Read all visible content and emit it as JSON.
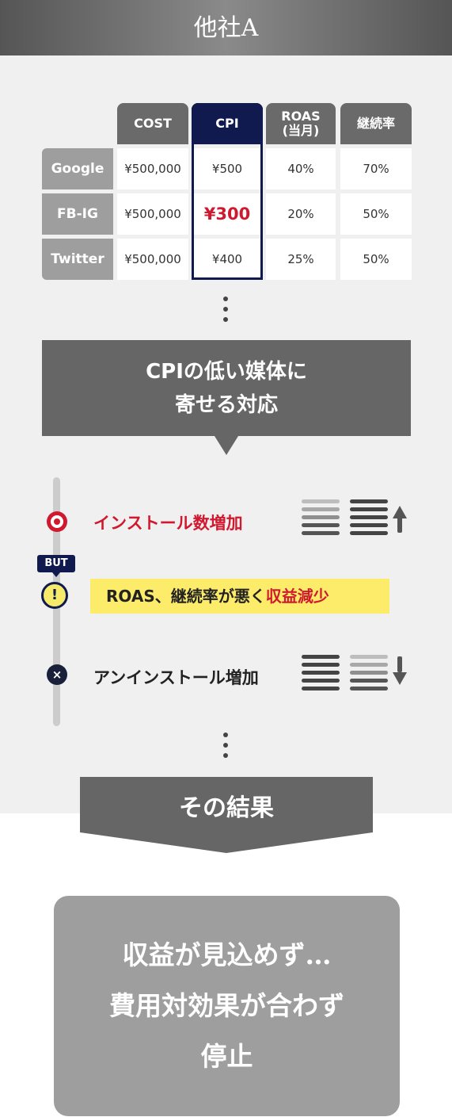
{
  "header": {
    "title": "他社A"
  },
  "table": {
    "columns": [
      "COST",
      "CPI",
      "ROAS\n(当月)",
      "継続率"
    ],
    "columns_lines": [
      [
        "COST"
      ],
      [
        "CPI"
      ],
      [
        "ROAS",
        "(当月)"
      ],
      [
        "継続率"
      ]
    ],
    "rows": [
      {
        "name": "Google",
        "cells": [
          "¥500,000",
          "¥500",
          "40%",
          "70%"
        ]
      },
      {
        "name": "FB-IG",
        "cells": [
          "¥500,000",
          "¥300",
          "20%",
          "50%"
        ]
      },
      {
        "name": "Twitter",
        "cells": [
          "¥500,000",
          "¥400",
          "25%",
          "50%"
        ]
      }
    ]
  },
  "callout": {
    "line1": "CPIの低い媒体に",
    "line2": "寄せる対応"
  },
  "timeline": {
    "item1": {
      "label": "インストール数増加",
      "trend": "up"
    },
    "badge": "BUT",
    "warn_symbol": "!",
    "item2": {
      "label_main": "ROAS、継続率が悪く",
      "label_red": "収益減少"
    },
    "item3": {
      "label": "アンインストール増加",
      "trend": "down"
    },
    "x_symbol": "×"
  },
  "result": {
    "label": "その結果"
  },
  "final": {
    "line1": "収益が見込めず…",
    "line2": "費用対効果が合わず",
    "line3": "停止"
  },
  "colors": {
    "accent_red": "#d0192f",
    "navy": "#101a4e",
    "highlight_yellow": "#fcec6a"
  }
}
